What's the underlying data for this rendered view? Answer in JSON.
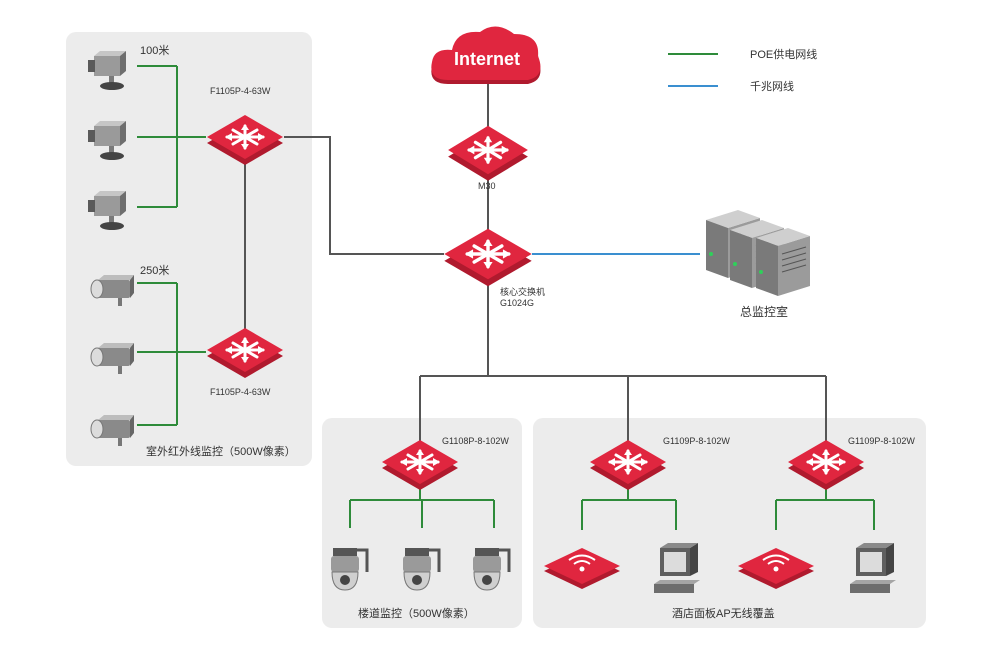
{
  "colors": {
    "poe_line": "#2e8b3a",
    "gigabit_line": "#3a8fd0",
    "link_line": "#555555",
    "device_red": "#e0263f",
    "panel_bg": "#ececec"
  },
  "legend": {
    "poe_label": "POE供电网线",
    "gigabit_label": "千兆网线"
  },
  "internet": {
    "label": "Internet"
  },
  "router": {
    "label": "M30"
  },
  "core_switch": {
    "label_line1": "核心交换机",
    "label_line2": "G1024G"
  },
  "monitor_room": {
    "label": "总监控室"
  },
  "outdoor_panel": {
    "caption": "室外红外线监控（500W像素）",
    "distance_top": "100米",
    "distance_bottom": "250米",
    "switch_top_label": "F1105P-4-63W",
    "switch_bottom_label": "F1105P-4-63W"
  },
  "stair_panel": {
    "caption": "楼道监控（500W像素）",
    "switch_label": "G1108P-8-102W"
  },
  "hotel_panel": {
    "caption": "酒店面板AP无线覆盖",
    "switch_left_label": "G1109P-8-102W",
    "switch_right_label": "G1109P-8-102W"
  }
}
